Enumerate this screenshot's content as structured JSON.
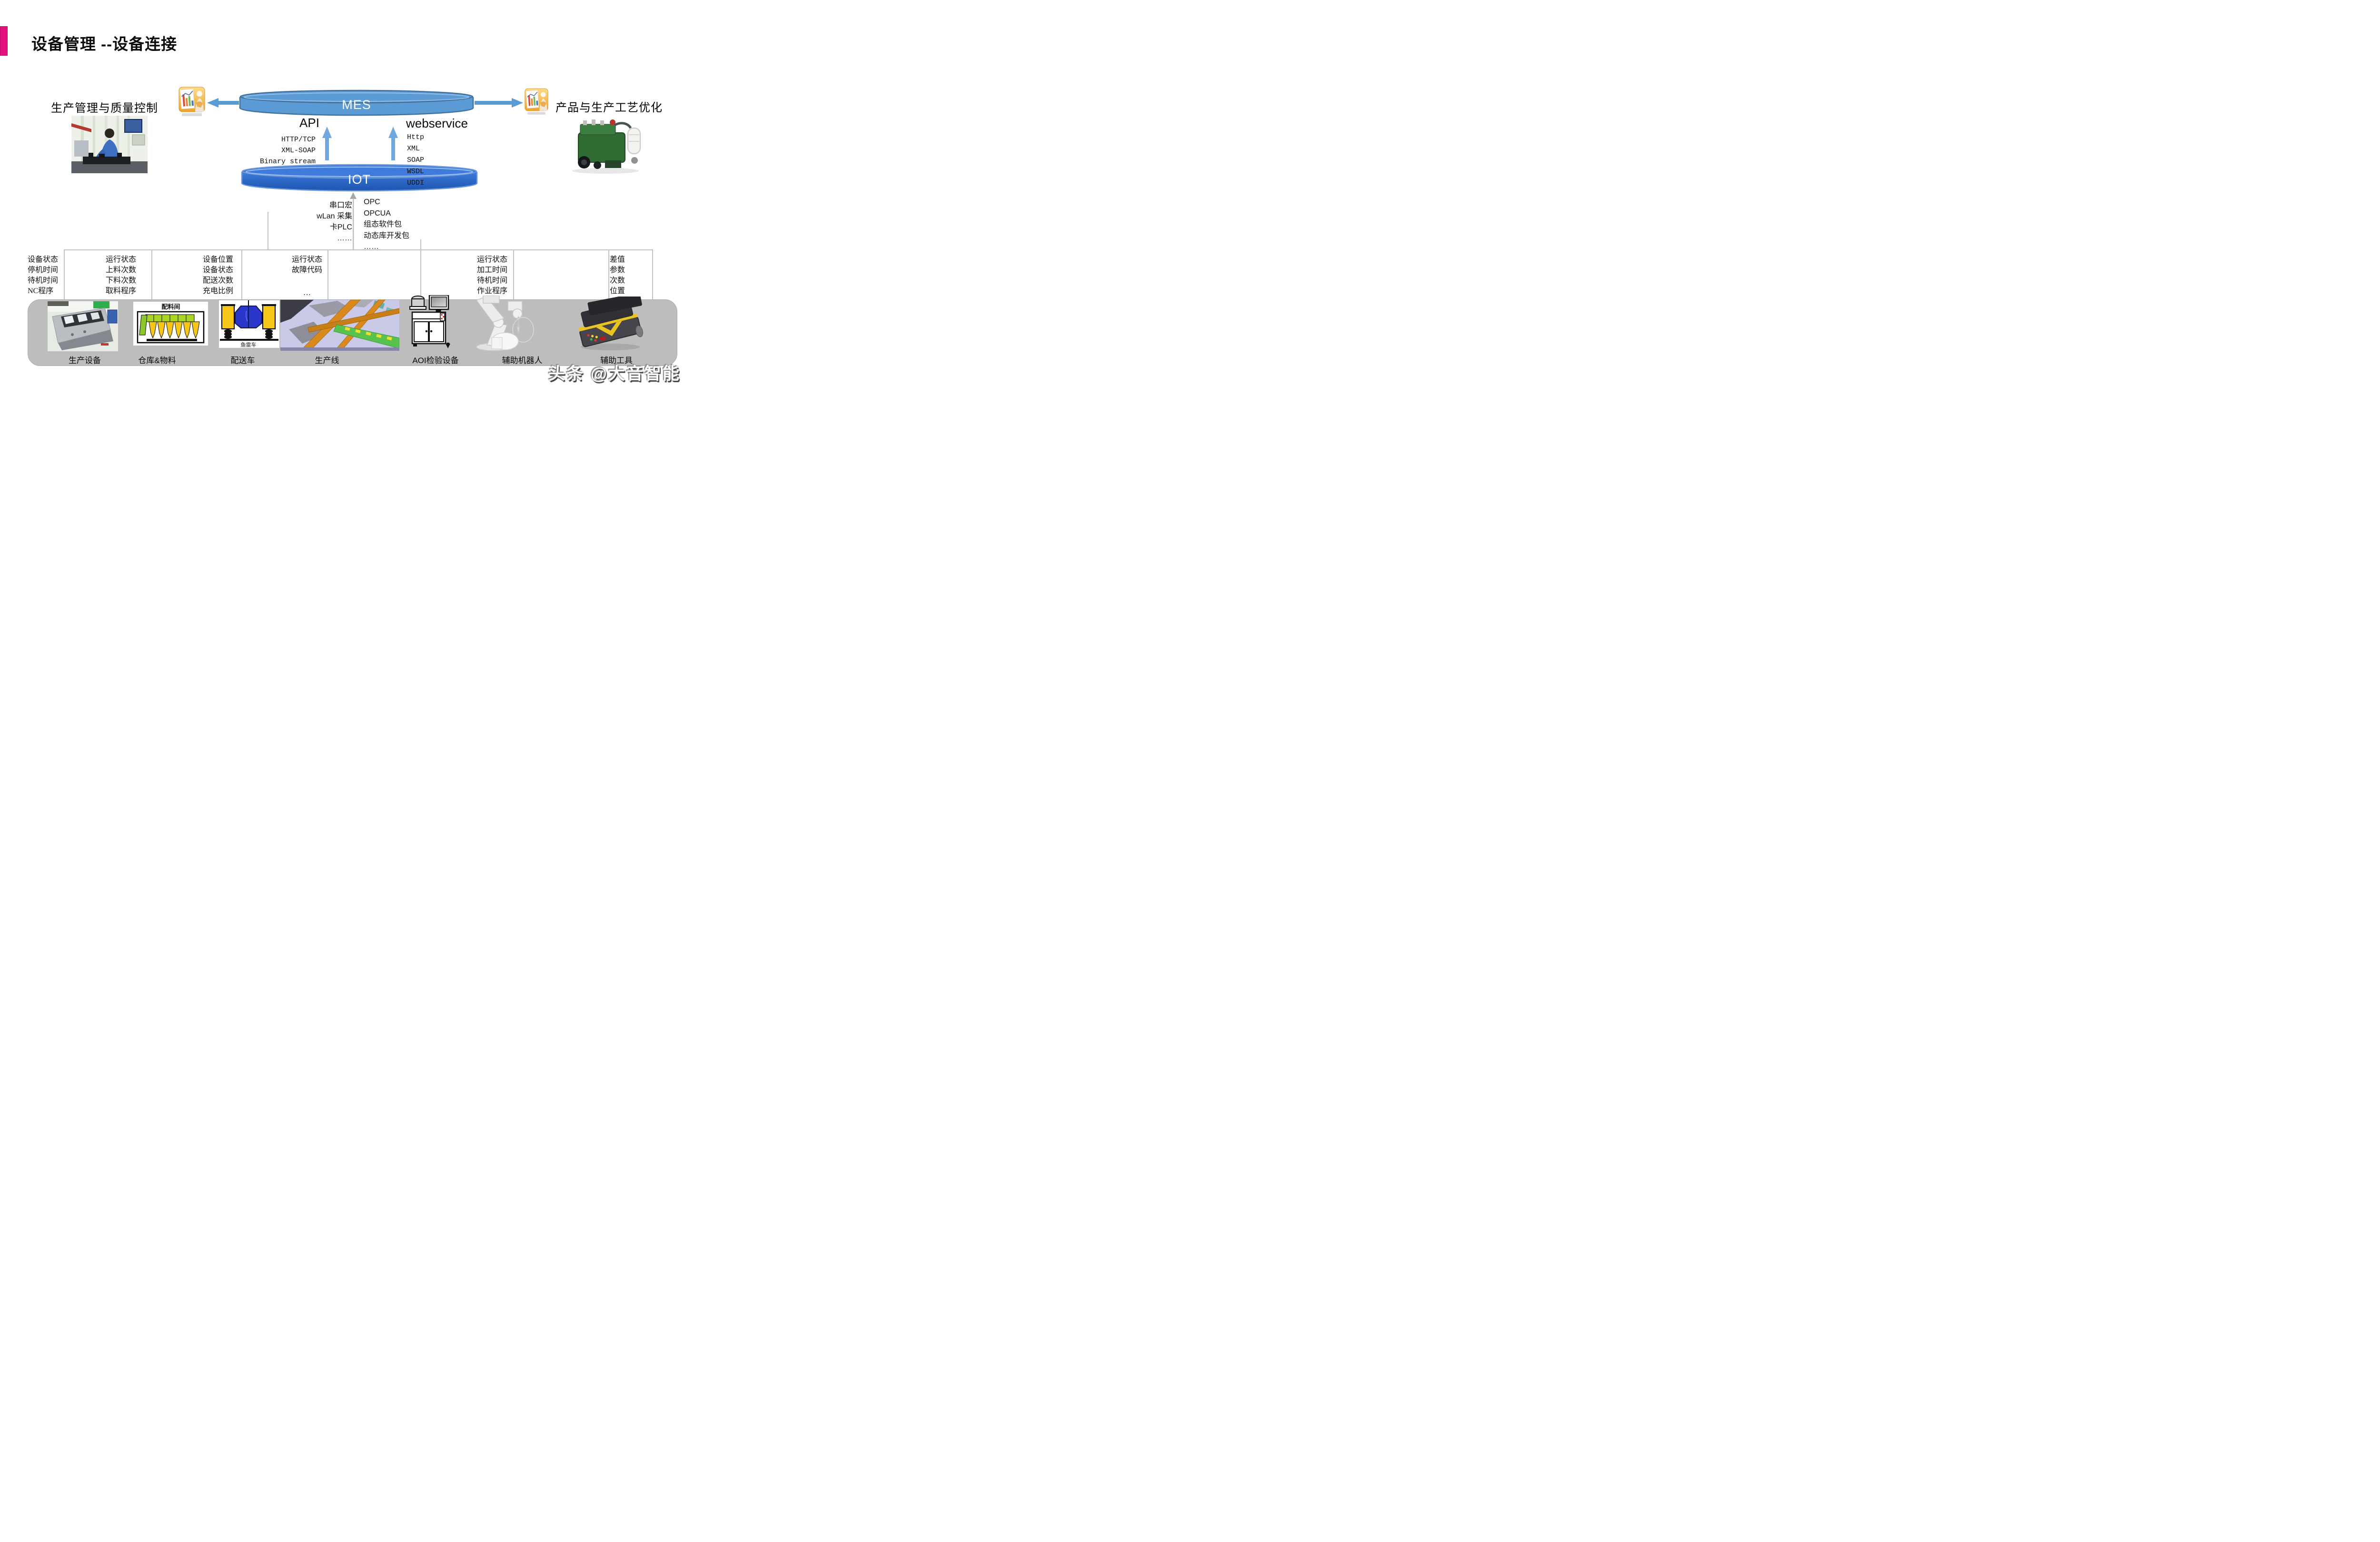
{
  "slide": {
    "title": "设备管理 --设备连接",
    "watermark": "头条 @大音智能"
  },
  "mes_layer": {
    "left_label": "生产管理与质量控制",
    "right_label": "产品与生产工艺优化",
    "mes_label": "MES",
    "iot_label": "IOT"
  },
  "api": {
    "title": "API",
    "protocols": [
      "HTTP/TCP",
      "XML-SOAP",
      "Binary stream"
    ]
  },
  "webservice": {
    "title": "webservice",
    "protocols": [
      "Http",
      "XML",
      "SOAP",
      "WSDL",
      "UDDI"
    ]
  },
  "iot_protocols": {
    "left": [
      "串口宏",
      "wLan 采集",
      "卡PLC",
      "……"
    ],
    "right": [
      "OPC",
      "OPCUA",
      "组态软件包",
      "动态库开发包",
      "……"
    ]
  },
  "data_columns": [
    {
      "lines": [
        "设备状态",
        "停机时间",
        "待机时间",
        "NC程序"
      ],
      "more": "…"
    },
    {
      "lines": [
        "运行状态",
        "上料次数",
        "下料次数",
        "取料程序"
      ],
      "more": "…"
    },
    {
      "lines": [
        "设备位置",
        "设备状态",
        "配送次数",
        "充电比例"
      ],
      "more": "…"
    },
    {
      "lines": [
        "运行状态",
        "故障代码"
      ],
      "more": "…"
    },
    {
      "lines": [
        "运行状态",
        "加工时间",
        "待机时间",
        "作业程序"
      ],
      "more": "…"
    },
    {
      "lines": [
        "差值",
        "参数",
        "次数",
        "位置"
      ],
      "more": "…"
    }
  ],
  "devices": {
    "labels": [
      "生产设备",
      "仓库&物料",
      "配送车",
      "生产线",
      "AOI检验设备",
      "辅助机器人",
      "辅助工具"
    ],
    "batching_caption": "配料间",
    "cart_caption": "鱼雷车"
  },
  "colors": {
    "accent": "#E2117E",
    "mes_fill": "#5B9BD5",
    "mes_stroke": "#41719C",
    "iot_fill_top": "#3E7BDC",
    "iot_fill_bottom": "#1D55B0",
    "arrow_blue": "#5B9BD5",
    "arrow_light_blue": "#6FA8DC",
    "connector_gray": "#C2C2C2",
    "box_gray": "#BDBDBD"
  }
}
